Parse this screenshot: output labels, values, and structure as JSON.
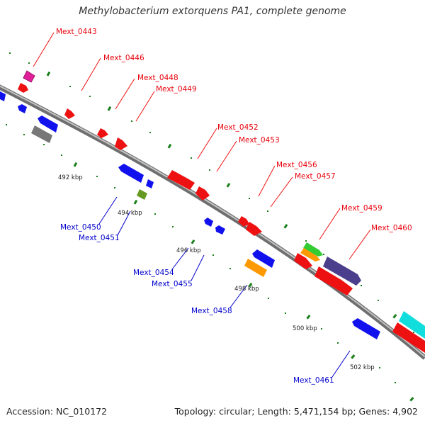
{
  "title": "Methylobacterium extorquens PA1, complete genome",
  "accession": "Accession: NC_010172",
  "summary": "Topology: circular; Length: 5,471,154 bp; Genes: 4,902",
  "colors": {
    "forward_label": "#e8000b",
    "reverse_label": "#0000cc",
    "backbone": "#8c8c8c",
    "tick": "#1a7f1a"
  },
  "ticks": [
    {
      "label": "492 kbp"
    },
    {
      "label": "494 kbp"
    },
    {
      "label": "496 kbp"
    },
    {
      "label": "498 kbp"
    },
    {
      "label": "500 kbp"
    },
    {
      "label": "502 kbp"
    }
  ],
  "labels_forward": [
    "Mext_0443",
    "Mext_0446",
    "Mext_0448",
    "Mext_0449",
    "Mext_0452",
    "Mext_0453",
    "Mext_0456",
    "Mext_0457",
    "Mext_0459",
    "Mext_0460"
  ],
  "labels_reverse": [
    "Mext_0450",
    "Mext_0451",
    "Mext_0454",
    "Mext_0455",
    "Mext_0458",
    "Mext_0461"
  ]
}
